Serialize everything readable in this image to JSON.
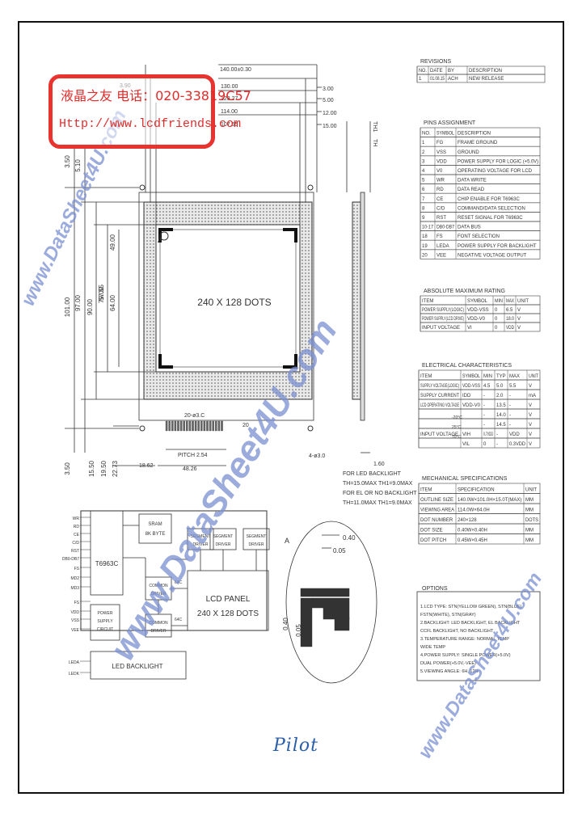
{
  "stamp": {
    "line1": "液晶之友 电话：020-33819C57",
    "line2": "Http://www.lcdfriends.com"
  },
  "watermark": {
    "main": "www.DataSheet4U.com",
    "left": "www.DataSheet4U.com",
    "right": "www.DataSheet4U.com"
  },
  "logo": {
    "text": "Pilot"
  },
  "drawing": {
    "dims_top": [
      "140.00±0.30",
      "3.90",
      "130.00",
      "123.27",
      "114.00",
      "107.55"
    ],
    "dims_right": [
      "3.00",
      "5.00",
      "12.00",
      "15.00"
    ],
    "th_labels": [
      "TH1",
      "TH"
    ],
    "dims_left": [
      "3.50",
      "5.10",
      "101.00",
      "97.00",
      "90.00",
      "79.00",
      "64.00",
      "57.55",
      "49.00"
    ],
    "dims_bottom": [
      "3.50",
      "15.50",
      "19.50",
      "22.73"
    ],
    "dims_pins": [
      "20-ø3.C",
      "20",
      "PITCH 2.54",
      "48.26",
      "18.62"
    ],
    "side_dims": [
      "4-ø3.0",
      "1.60"
    ],
    "panel_label": "240 X 128 DOTS",
    "mark_a": "A",
    "th_note": [
      "FOR LED BACKLIGHT",
      "TH=15.0MAX TH1=9.0MAX",
      "FOR EL OR NO BACKLIGHT",
      "TH=11.0MAX TH1=9.0MAX"
    ]
  },
  "block": {
    "pins": [
      "WR",
      "RD",
      "CE",
      "C/D",
      "RST",
      "DB0-DB7",
      "FS",
      "MD2",
      "MD3",
      "FS",
      "VDD",
      "VSS",
      "VEE",
      "LEDA",
      "LEDK"
    ],
    "controller": [
      "T6963C"
    ],
    "sram": [
      "SRAM",
      "8K BYTE"
    ],
    "seg": [
      "SEGMENT DRIVER",
      "SEGMENT DRIVER",
      "SEGMENT DRIVER"
    ],
    "com": [
      "COMMON DRIVER",
      "COMMON DRIVER"
    ],
    "power": [
      "POWER",
      "SUPPLY",
      "CIRCUIT"
    ],
    "panel": [
      "LCD PANEL",
      "240 X 128 DOTS"
    ],
    "led": "LED BACKLIGHT",
    "labels": [
      "64C",
      "64C"
    ]
  },
  "detail": {
    "a": "A",
    "d1": "0.40",
    "d2": "0.05",
    "d3": "0.40",
    "d4": "0.05"
  },
  "revisions": {
    "title": "REVISIONS",
    "headers": [
      "NO.",
      "DATE",
      "BY",
      "DESCRIPTION"
    ],
    "rows": [
      [
        "1",
        "01.08.15",
        "ACH",
        "NEW RELEASE"
      ]
    ]
  },
  "pins": {
    "title": "PINS ASSIGNMENT",
    "headers": [
      "NO.",
      "SYMBOL",
      "DESCRIPTION"
    ],
    "rows": [
      [
        "1",
        "FG",
        "FRAME GROUND"
      ],
      [
        "2",
        "VSS",
        "GROUND"
      ],
      [
        "3",
        "VDD",
        "POWER SUPPLY FOR LOGIC (+5.0V)"
      ],
      [
        "4",
        "V0",
        "OPERATING VOLTAGE FOR LCD"
      ],
      [
        "5",
        "WR",
        "DATA WRITE"
      ],
      [
        "6",
        "RD",
        "DATA READ"
      ],
      [
        "7",
        "CE",
        "CHIP ENABLE FOR T6963C"
      ],
      [
        "8",
        "C/D",
        "COMMAND/DATA SELECTION"
      ],
      [
        "9",
        "RST",
        "RESET SIGNAL FOR T6963C"
      ],
      [
        "10-17",
        "DB0-DB7",
        "DATA BUS"
      ],
      [
        "18",
        "FS",
        "FONT SELECTION"
      ],
      [
        "19",
        "LEDA",
        "POWER SUPPLY FOR BACKLIGHT"
      ],
      [
        "20",
        "VEE",
        "NEGATIVE VOLTAGE OUTPUT"
      ]
    ]
  },
  "abs": {
    "title": "ABSOLUTE MAXIMUM RATING",
    "headers": [
      "ITEM",
      "SYMBOL",
      "MIN",
      "MAX",
      "UNIT"
    ],
    "rows": [
      [
        "POWER SUPPLY(LOGIC)",
        "VDD-VSS",
        "0",
        "6.5",
        "V"
      ],
      [
        "POWER SUPPLY(LCD DRIVE)",
        "VDD-V0",
        "0",
        "18.0",
        "V"
      ],
      [
        "INPUT VOLTAGE",
        "VI",
        "0",
        "VDD",
        "V"
      ]
    ]
  },
  "elec": {
    "title": "ELECTRICAL CHARACTERISTICS",
    "headers": [
      "ITEM",
      "SYMBOL",
      "MIN",
      "TYP",
      "MAX",
      "UNIT"
    ],
    "rows": [
      [
        "SUPPLY VOLTAGE(LOGIC)",
        "VDD-VSS",
        "4.5",
        "5.0",
        "5.5",
        "V"
      ],
      [
        "SUPPLY CURRENT",
        "IDD",
        "-",
        "2.0",
        "-",
        "mA"
      ],
      [
        "LCD OPERATING VOLTAGE",
        "VDD-V0",
        "-",
        "13.5",
        "-",
        "V"
      ],
      [
        "",
        "",
        "-",
        "14.0",
        "-",
        "V"
      ],
      [
        "",
        "",
        "-",
        "14.5",
        "-",
        "V"
      ],
      [
        "INPUT VOLTAGE",
        "VIH",
        "0.7VDD",
        "-",
        "VDD",
        "V"
      ],
      [
        "",
        "VIL",
        "0",
        "-",
        "0.3VDD",
        "V"
      ]
    ],
    "temps": [
      "-20°C",
      "25°C",
      "70°C"
    ]
  },
  "mech": {
    "title": "MECHANICAL SPECIFICATIONS",
    "headers": [
      "ITEM",
      "SPECIFICATION",
      "UNIT"
    ],
    "rows": [
      [
        "OUTLINE SIZE",
        "140.0W×101.0H×15.0T(MAX)",
        "MM"
      ],
      [
        "VIEWING AREA",
        "114.0W×64.0H",
        "MM"
      ],
      [
        "DOT NUMBER",
        "240×128",
        "DOTS"
      ],
      [
        "DOT SIZE",
        "0.40W×0.40H",
        "MM"
      ],
      [
        "DOT PITCH",
        "0.45W×0.45H",
        "MM"
      ]
    ]
  },
  "options": {
    "title": "OPTIONS",
    "lines": [
      "1.LCD TYPE: STN(YELLOW GREEN), STN(BLUE)",
      "FSTN(WHITE), STN(GRAY)",
      "2.BACKLIGHT: LED BACKLIGHT, EL BACKLIGHT",
      "CCFL BACKLIGHT, NO BACKLIGHT",
      "3.TEMPERATURE RANGE: NORMAL TEMP",
      "WIDE TEMP",
      "4.POWER SUPPLY: SINGLE POWER(+5.0V)",
      "DUAL POWER(+5.0V,-VEE)",
      "5.VIEWING ANGLE: 6H, 12H"
    ]
  }
}
